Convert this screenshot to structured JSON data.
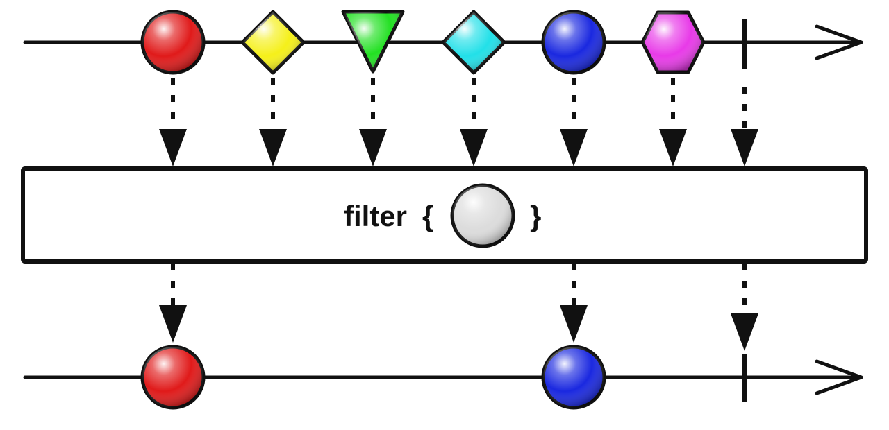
{
  "operator": {
    "name": "filter",
    "open_brace": "{",
    "close_brace": "}",
    "predicate_icon": "circle-icon",
    "predicate_color": "#dcdcdc"
  },
  "input_stream": {
    "items": [
      {
        "shape": "circle",
        "color": "#e01a1a",
        "icon": "red-circle-icon"
      },
      {
        "shape": "diamond",
        "color": "#f5f01a",
        "icon": "yellow-diamond-icon"
      },
      {
        "shape": "triangle",
        "color": "#22e022",
        "icon": "green-triangle-icon"
      },
      {
        "shape": "diamond",
        "color": "#22e0e8",
        "icon": "cyan-diamond-icon"
      },
      {
        "shape": "circle",
        "color": "#1a28e0",
        "icon": "blue-circle-icon"
      },
      {
        "shape": "hexagon",
        "color": "#e83ae8",
        "icon": "magenta-hexagon-icon"
      }
    ],
    "completes": true
  },
  "output_stream": {
    "items": [
      {
        "source_index": 0,
        "shape": "circle",
        "color": "#e01a1a",
        "icon": "red-circle-icon"
      },
      {
        "source_index": 4,
        "shape": "circle",
        "color": "#1a28e0",
        "icon": "blue-circle-icon"
      }
    ],
    "completes": true
  },
  "colors": {
    "stroke": "#111111",
    "box_fill": "#ffffff"
  }
}
